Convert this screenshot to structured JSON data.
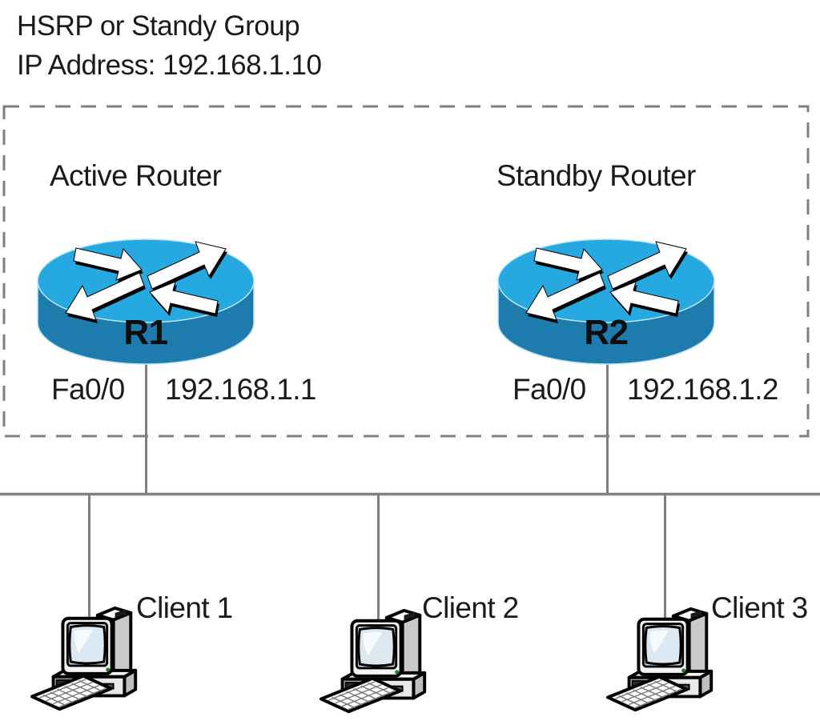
{
  "title": {
    "line1": "HSRP or Standy Group",
    "line2": "IP Address: 192.168.1.10"
  },
  "routers": [
    {
      "role_label": "Active Router",
      "name": "R1",
      "interface": "Fa0/0",
      "ip": "192.168.1.1"
    },
    {
      "role_label": "Standby Router",
      "name": "R2",
      "interface": "Fa0/0",
      "ip": "192.168.1.2"
    }
  ],
  "clients": [
    {
      "label": "Client 1"
    },
    {
      "label": "Client 2"
    },
    {
      "label": "Client 3"
    }
  ],
  "icons": {
    "router": "cisco-router-icon",
    "client": "desktop-pc-icon"
  },
  "colors": {
    "router_top": "#26A9E0",
    "router_body": "#1E7BAD",
    "line_gray": "#7F7F7F",
    "text": "#1A1A1A"
  }
}
